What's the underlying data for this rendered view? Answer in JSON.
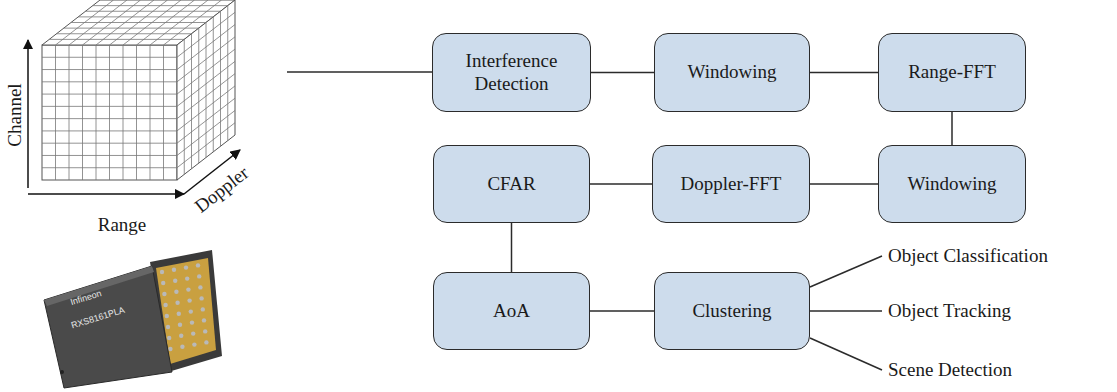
{
  "diagram": {
    "nodes": [
      {
        "text": [
          "Interference Detection"
        ]
      },
      {
        "text": [
          "Windowing"
        ]
      },
      {
        "text": [
          "Range-FFT"
        ]
      },
      {
        "text": [
          "Windowing"
        ]
      },
      {
        "text": [
          "Doppler-FFT"
        ]
      },
      {
        "text": [
          "CFAR"
        ]
      },
      {
        "text": [
          "AoA"
        ]
      },
      {
        "text": [
          "Clustering"
        ]
      }
    ],
    "edges": [
      {
        "from": 0,
        "to": 1,
        "arrow": "none"
      },
      {
        "from": 1,
        "to": 2,
        "arrow": "none"
      },
      {
        "from": 2,
        "to": 3,
        "arrow": "none"
      },
      {
        "from": 3,
        "to": 4,
        "arrow": "none"
      },
      {
        "from": 4,
        "to": 5,
        "arrow": "none"
      },
      {
        "from": 5,
        "to": 6,
        "arrow": "none"
      },
      {
        "from": 6,
        "to": 7,
        "arrow": "none"
      }
    ],
    "labels": [
      "Channel",
      "Range",
      "Doppler",
      "Infineon",
      "RXS8161PLA",
      "Object Classification",
      "Object Tracking",
      "Scene Detection"
    ]
  }
}
